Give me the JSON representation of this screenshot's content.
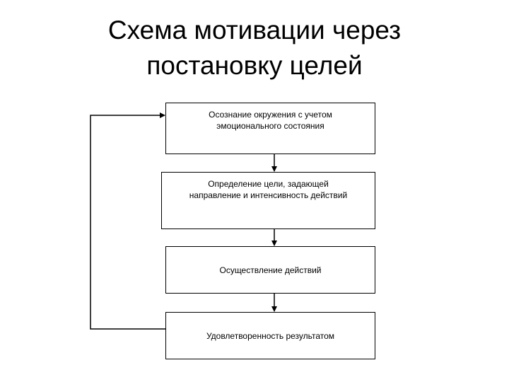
{
  "title": {
    "line1": "Схема мотивации через",
    "line2": "постановку целей"
  },
  "steps": [
    {
      "line1": "Осознание окружения с учетом",
      "line2": "эмоционального состояния"
    },
    {
      "line1": "Определение цели, задающей",
      "line2": "направление и интенсивность действий"
    },
    {
      "line1": "Осуществление действий"
    },
    {
      "line1": "Удовлетворенность результатом"
    }
  ]
}
